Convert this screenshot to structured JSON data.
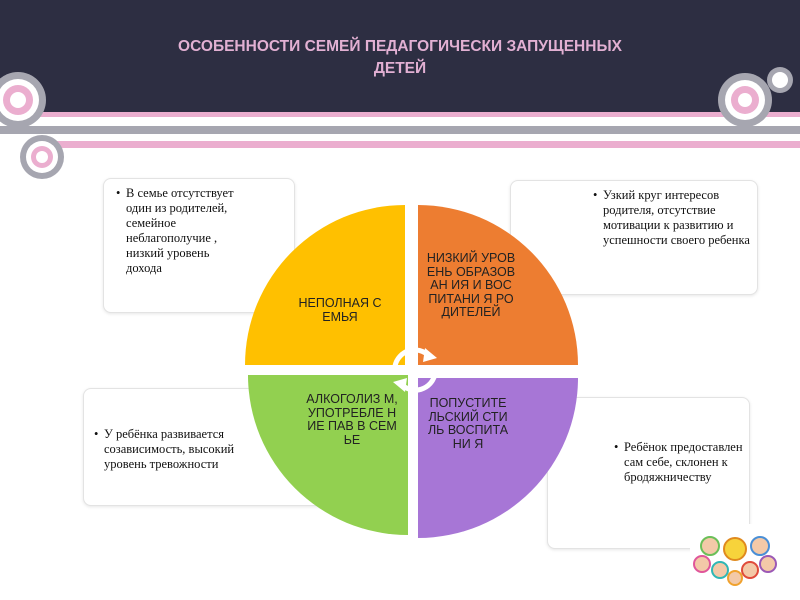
{
  "title_line1": "ОСОБЕННОСТИ СЕМЕЙ ПЕДАГОГИЧЕСКИ ЗАПУЩЕННЫХ",
  "title_line2": "ДЕТЕЙ",
  "quadrants": {
    "top_left": "НЕПОЛНАЯ СЕМЬЯ",
    "top_right": "НИЗКИЙ УРОВЕНЬ ОБРАЗОВАН ИЯ И ВОСПИТАНИ Я РОДИТЕЛЕЙ",
    "bottom_left": "АЛКОГОЛИЗ М, УПОТРЕБЛЕ НИЕ ПАВ В СЕМЬЕ",
    "bottom_right": "ПОПУСТИТЕ ЛЬСКИЙ СТИЛЬ ВОСПИТАНИ Я"
  },
  "callouts": {
    "top_left": "В семье отсутствует один из родителей, семейное неблагополучие , низкий уровень дохода",
    "top_right": "Узкий круг интересов родителя, отсутствие мотивации к развитию и успешности своего ребенка",
    "bottom_left": "У ребёнка развивается созависимость, высокий уровень тревожности",
    "bottom_right": "Ребёнок предоставлен сам себе, склонен к бродяжничеству"
  },
  "colors": {
    "header": "#2d2e42",
    "title": "#e2b0d3",
    "pink": "#ebaecf",
    "gray": "#a6a6b0",
    "quad_yellow": "#ffc000",
    "quad_orange": "#ed7d31",
    "quad_green": "#92d050",
    "quad_purple": "#a776d6"
  }
}
